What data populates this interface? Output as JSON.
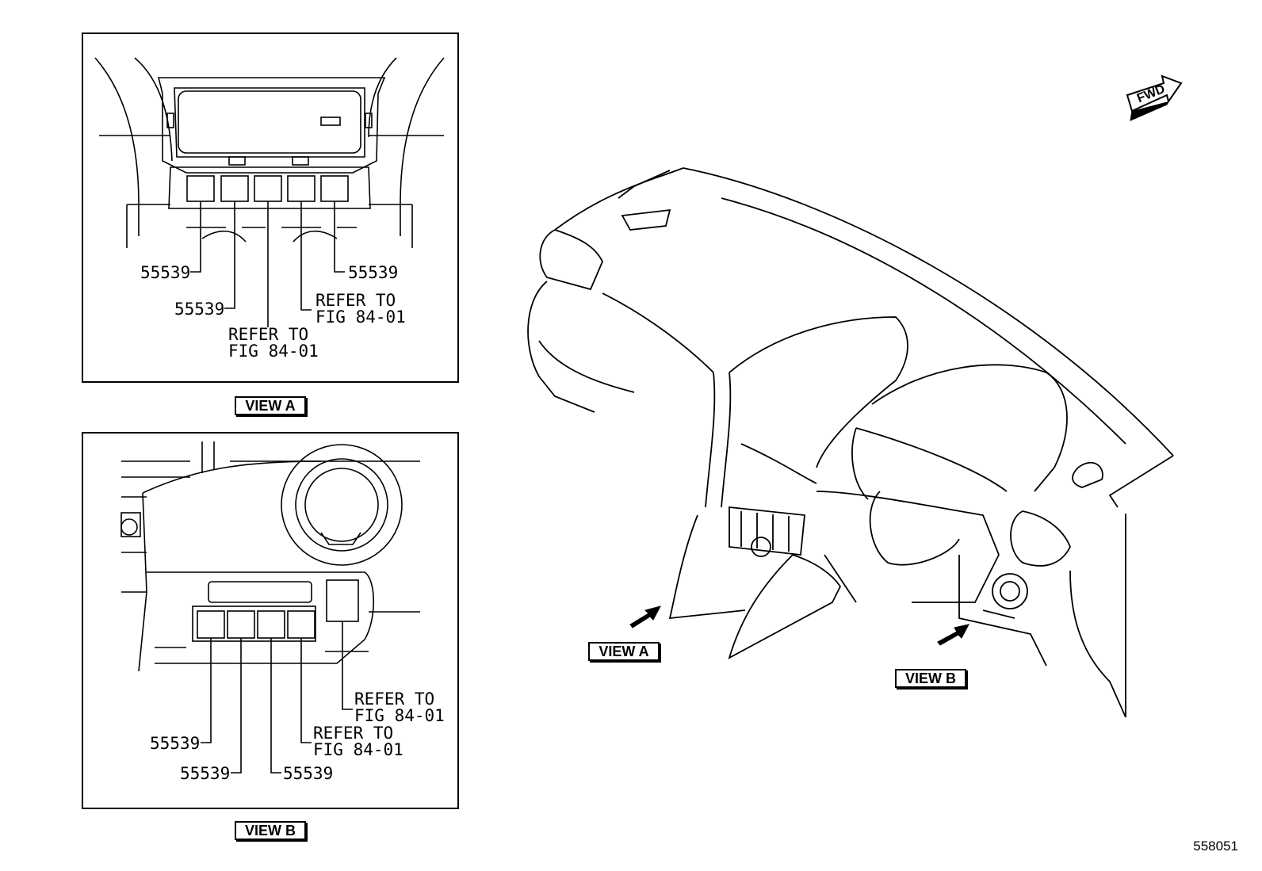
{
  "view_a": {
    "title": "VIEW A",
    "callouts": [
      {
        "text": "55539"
      },
      {
        "text": "55539"
      },
      {
        "text": "REFER TO\nFIG 84-01"
      },
      {
        "text": "REFER TO\nFIG 84-01"
      },
      {
        "text": "55539"
      }
    ]
  },
  "view_b": {
    "title": "VIEW B",
    "callouts": [
      {
        "text": "55539"
      },
      {
        "text": "55539"
      },
      {
        "text": "55539"
      },
      {
        "text": "REFER TO\nFIG 84-01"
      },
      {
        "text": "REFER TO\nFIG 84-01"
      }
    ]
  },
  "main_view": {
    "arrow_a_label": "VIEW A",
    "arrow_b_label": "VIEW B",
    "fwd_label": "FWD"
  },
  "figure_number": "558051"
}
